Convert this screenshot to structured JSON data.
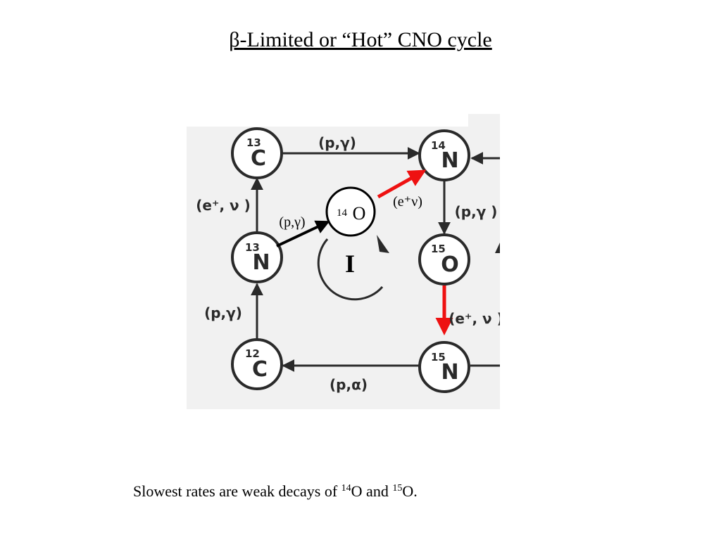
{
  "title": {
    "greek": "β",
    "rest": "-Limited or “Hot” CNO cycle"
  },
  "diagram": {
    "nodes": {
      "c13": {
        "mass": "13",
        "symbol": "C"
      },
      "n14": {
        "mass": "14",
        "symbol": "N"
      },
      "n13": {
        "mass": "13",
        "symbol": "N"
      },
      "o15": {
        "mass": "15",
        "symbol": "O"
      },
      "c12": {
        "mass": "12",
        "symbol": "C"
      },
      "n15": {
        "mass": "15",
        "symbol": "N"
      },
      "o14": {
        "mass": "14",
        "symbol": "O"
      }
    },
    "reactions": {
      "c13_to_n14": "(p,γ)",
      "n13_to_c13": "(e⁺, ν )",
      "n14_to_o15": "(p,γ )",
      "o15_to_n15": "(e⁺, ν )",
      "c12_to_n13": "(p,γ)",
      "n15_to_c12": "(p,α)",
      "n13_to_o14": "(p,γ)",
      "o14_to_n14": "(e⁺ν)"
    },
    "cycle_label": "I",
    "colors": {
      "decay_arrow": "#ee1111",
      "capture_arrow": "#000000",
      "scan_ink": "#2a2a2a",
      "scan_background": "#f1f1f1"
    }
  },
  "footer": {
    "text_before": "Slowest rates are weak decays of ",
    "mass1": "14",
    "mid": "O and ",
    "mass2": "15",
    "text_after": "O."
  }
}
